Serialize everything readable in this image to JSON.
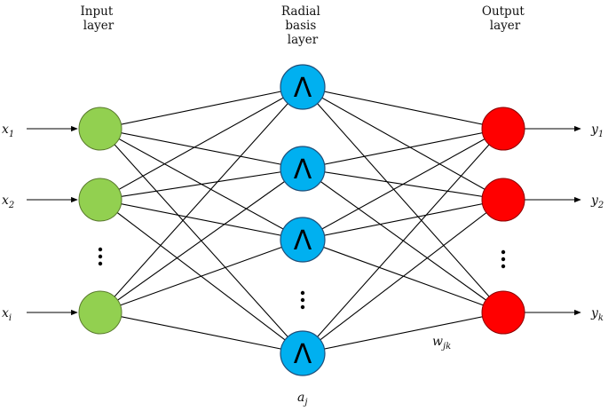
{
  "layers": {
    "input": {
      "title_lines": [
        "Input",
        "layer"
      ],
      "color": "#92d050",
      "inputs": [
        {
          "base": "x",
          "sub": "1"
        },
        {
          "base": "x",
          "sub": "2"
        },
        {
          "base": "x",
          "sub": "i"
        }
      ]
    },
    "hidden": {
      "title_lines": [
        "Radial",
        "basis",
        "layer"
      ],
      "color": "#00b0f0",
      "node_symbol": "Λ",
      "label": {
        "base": "a",
        "sub": "j"
      }
    },
    "output": {
      "title_lines": [
        "Output",
        "layer"
      ],
      "color": "#ff0000",
      "outputs": [
        {
          "base": "y",
          "sub": "1"
        },
        {
          "base": "y",
          "sub": "2"
        },
        {
          "base": "y",
          "sub": "k"
        }
      ]
    }
  },
  "weight_label": {
    "base": "w",
    "sub": "jk"
  }
}
